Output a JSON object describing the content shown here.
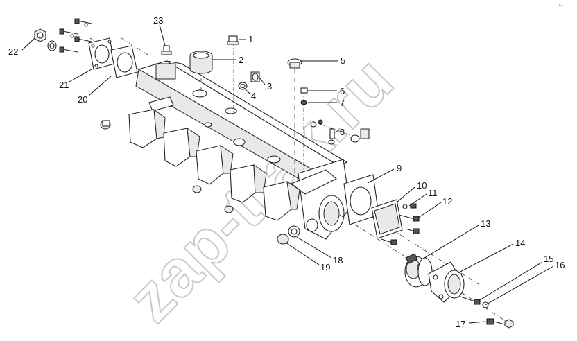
{
  "diagram": {
    "watermark": "zap-trak.ru",
    "corner_mark": "*~",
    "callouts": [
      {
        "id": "c1",
        "label": "1"
      },
      {
        "id": "c2",
        "label": "2"
      },
      {
        "id": "c3",
        "label": "3"
      },
      {
        "id": "c4",
        "label": "4"
      },
      {
        "id": "c5",
        "label": "5"
      },
      {
        "id": "c6",
        "label": "6"
      },
      {
        "id": "c7",
        "label": "7"
      },
      {
        "id": "c8",
        "label": "8"
      },
      {
        "id": "c9",
        "label": "9"
      },
      {
        "id": "c10",
        "label": "10"
      },
      {
        "id": "c11",
        "label": "11"
      },
      {
        "id": "c12",
        "label": "12"
      },
      {
        "id": "c13",
        "label": "13"
      },
      {
        "id": "c14",
        "label": "14"
      },
      {
        "id": "c15",
        "label": "15"
      },
      {
        "id": "c16",
        "label": "16"
      },
      {
        "id": "c17",
        "label": "17"
      },
      {
        "id": "c18",
        "label": "18"
      },
      {
        "id": "c19",
        "label": "19"
      },
      {
        "id": "c20",
        "label": "20"
      },
      {
        "id": "c21",
        "label": "21"
      },
      {
        "id": "c22",
        "label": "22"
      },
      {
        "id": "c23",
        "label": "23"
      }
    ]
  }
}
